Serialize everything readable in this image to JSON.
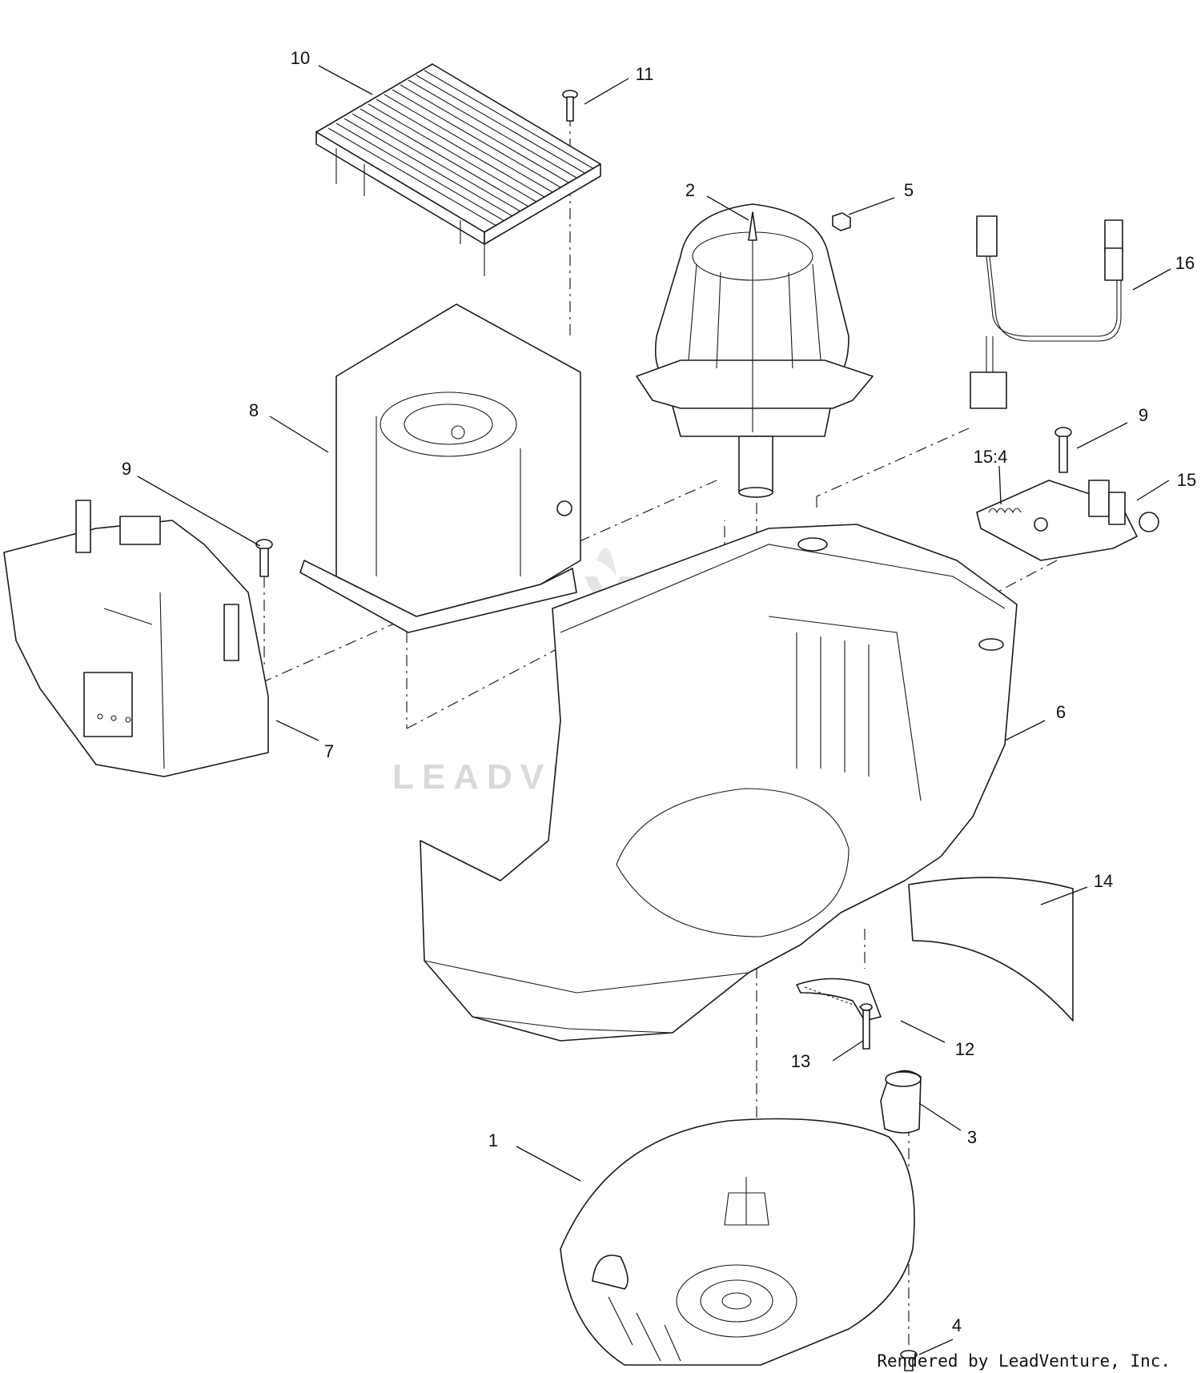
{
  "diagram": {
    "callouts": [
      {
        "id": "c10",
        "label": "10"
      },
      {
        "id": "c11",
        "label": "11"
      },
      {
        "id": "c2",
        "label": "2"
      },
      {
        "id": "c5",
        "label": "5"
      },
      {
        "id": "c16",
        "label": "16"
      },
      {
        "id": "c8",
        "label": "8"
      },
      {
        "id": "c9a",
        "label": "9"
      },
      {
        "id": "c9b",
        "label": "9"
      },
      {
        "id": "c154",
        "label": "15:4"
      },
      {
        "id": "c15",
        "label": "15"
      },
      {
        "id": "c6",
        "label": "6"
      },
      {
        "id": "c7",
        "label": "7"
      },
      {
        "id": "c14",
        "label": "14"
      },
      {
        "id": "c13",
        "label": "13"
      },
      {
        "id": "c12",
        "label": "12"
      },
      {
        "id": "c1",
        "label": "1"
      },
      {
        "id": "c3",
        "label": "3"
      },
      {
        "id": "c4",
        "label": "4"
      }
    ],
    "watermark": "LEADVENTURE",
    "credit": "Rendered by LeadVenture, Inc."
  }
}
